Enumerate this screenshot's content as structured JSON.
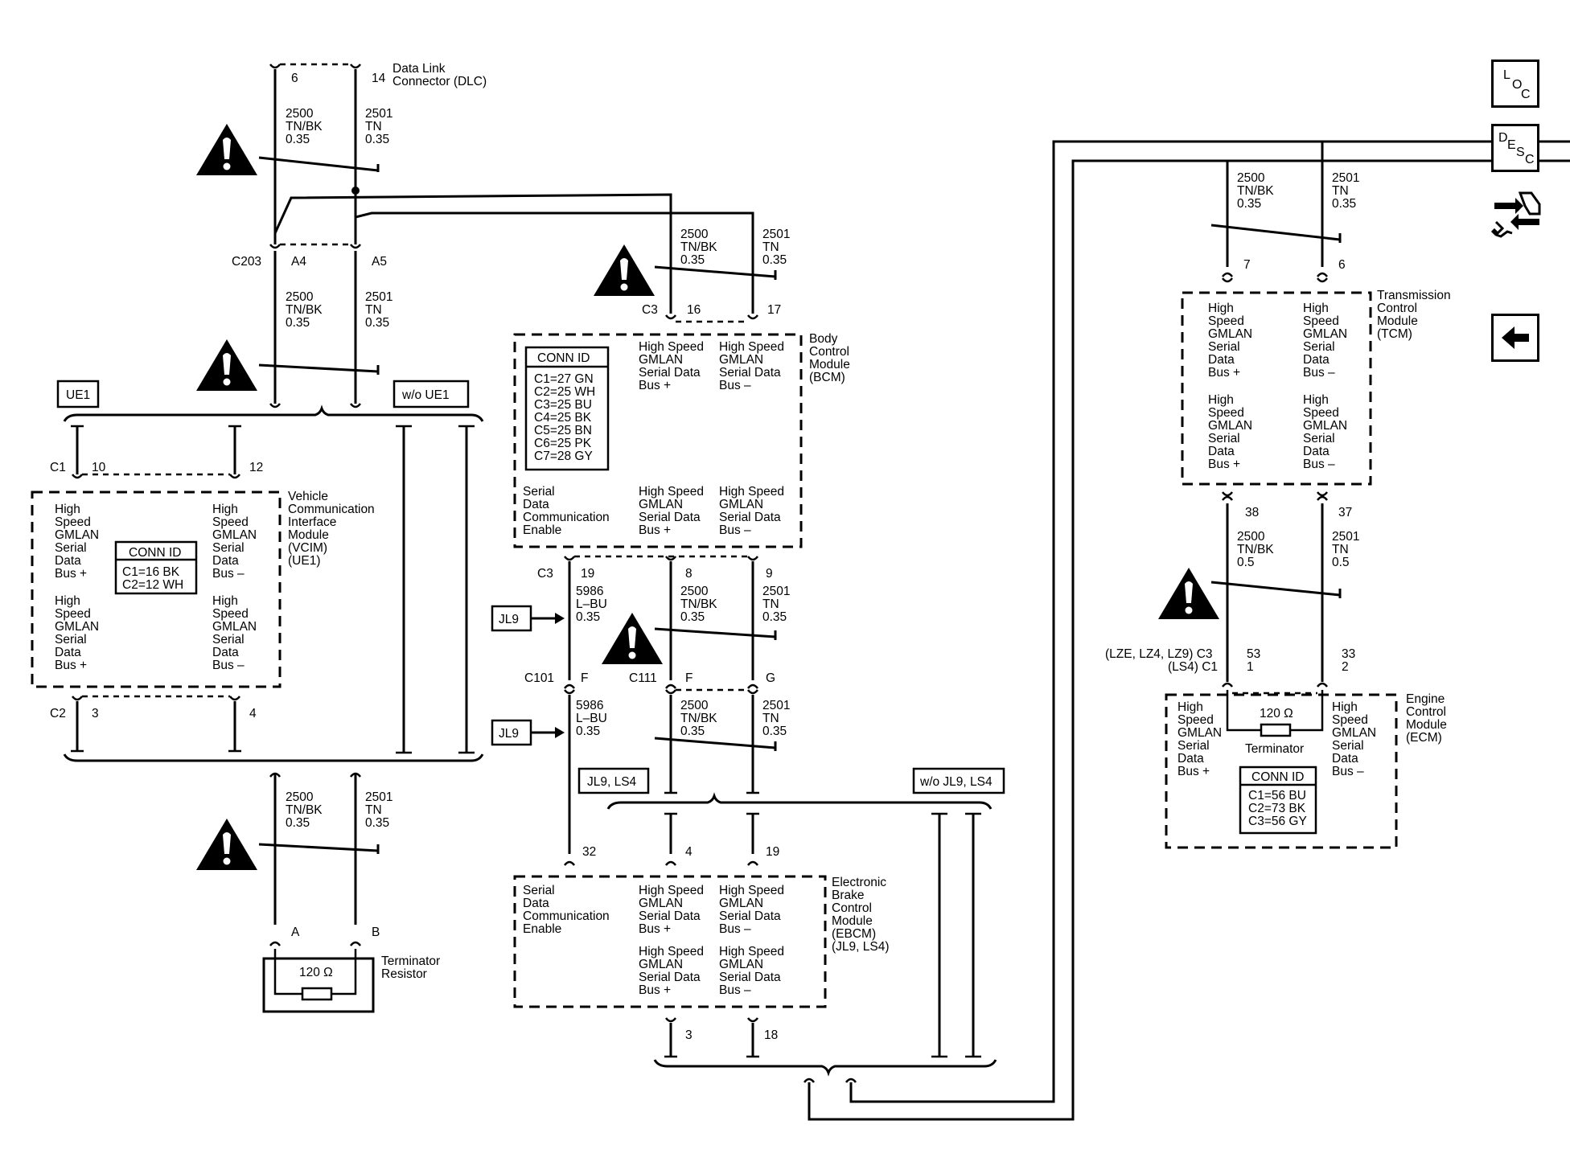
{
  "nav": {
    "loc": [
      "L",
      "O",
      "C"
    ],
    "desc": [
      "D",
      "E",
      "S",
      "C"
    ],
    "back_icon": "arrow-left-icon",
    "tools_icon": "tools-connector-icon"
  },
  "dlc": {
    "label": [
      "Data Link",
      "Connector (DLC)"
    ],
    "pin_a": "6",
    "pin_b": "14"
  },
  "wire_top": {
    "a": [
      "2500",
      "TN/BK",
      "0.35"
    ],
    "b": [
      "2501",
      "TN",
      "0.35"
    ]
  },
  "c203": {
    "name": "C203",
    "pin_a": "A4",
    "pin_b": "A5"
  },
  "wire_c203": {
    "a": [
      "2500",
      "TN/BK",
      "0.35"
    ],
    "b": [
      "2501",
      "TN",
      "0.35"
    ]
  },
  "options": {
    "ue1": "UE1",
    "wo_ue1": "w/o UE1",
    "jl9_ls4": "JL9, LS4",
    "wo_jl9_ls4": "w/o JL9, LS4",
    "jl9_a": "JL9",
    "jl9_b": "JL9"
  },
  "vcim": {
    "name": [
      "Vehicle",
      "Communication",
      "Interface",
      "Module",
      "(VCIM)",
      "(UE1)"
    ],
    "c1": "C1",
    "pin10": "10",
    "pin12": "12",
    "c2": "C2",
    "pin3": "3",
    "pin4": "4",
    "left_top": [
      "High",
      "Speed",
      "GMLAN",
      "Serial",
      "Data",
      "Bus +"
    ],
    "left_bottom": [
      "High",
      "Speed",
      "GMLAN",
      "Serial",
      "Data",
      "Bus +"
    ],
    "right_top": [
      "High",
      "Speed",
      "GMLAN",
      "Serial",
      "Data",
      "Bus –"
    ],
    "right_bottom": [
      "High",
      "Speed",
      "GMLAN",
      "Serial",
      "Data",
      "Bus –"
    ],
    "conn_title": "CONN ID",
    "conn": [
      "C1=16 BK",
      "C2=12 WH"
    ]
  },
  "wire_term": {
    "a": [
      "2500",
      "TN/BK",
      "0.35"
    ],
    "b": [
      "2501",
      "TN",
      "0.35"
    ]
  },
  "terminator": {
    "pin_a": "A",
    "pin_b": "B",
    "value": "120 Ω",
    "label": [
      "Terminator",
      "Resistor"
    ]
  },
  "bcm": {
    "name": [
      "Body",
      "Control",
      "Module",
      "(BCM)"
    ],
    "conn": "C3",
    "pin16": "16",
    "pin17": "17",
    "pin19": "19",
    "pin8": "8",
    "pin9": "9",
    "c3b": "C3",
    "conn_title": "CONN ID",
    "conn_list": [
      "C1=27 GN",
      "C2=25 WH",
      "C3=25 BU",
      "C4=25 BK",
      "C5=25 BN",
      "C6=25 PK",
      "C7=28 GY"
    ],
    "top_plus": [
      "High Speed",
      "GMLAN",
      "Serial Data",
      "Bus +"
    ],
    "top_minus": [
      "High Speed",
      "GMLAN",
      "Serial Data",
      "Bus –"
    ],
    "bot_enable": [
      "Serial",
      "Data",
      "Communication",
      "Enable"
    ],
    "bot_plus": [
      "High Speed",
      "GMLAN",
      "Serial Data",
      "Bus +"
    ],
    "bot_minus": [
      "High Speed",
      "GMLAN",
      "Serial Data",
      "Bus –"
    ]
  },
  "wire_bcm_top": {
    "a": [
      "2500",
      "TN/BK",
      "0.35"
    ],
    "b": [
      "2501",
      "TN",
      "0.35"
    ]
  },
  "wire_bcm_low": {
    "e": [
      "5986",
      "L–BU",
      "0.35"
    ],
    "a": [
      "2500",
      "TN/BK",
      "0.35"
    ],
    "b": [
      "2501",
      "TN",
      "0.35"
    ]
  },
  "c101": {
    "name": "C101",
    "pin": "F"
  },
  "c111": {
    "name": "C111",
    "pin_f": "F",
    "pin_g": "G"
  },
  "wire_c101": {
    "e": [
      "5986",
      "L–BU",
      "0.35"
    ],
    "a": [
      "2500",
      "TN/BK",
      "0.35"
    ],
    "b": [
      "2501",
      "TN",
      "0.35"
    ]
  },
  "ebcm": {
    "name": [
      "Electronic",
      "Brake",
      "Control",
      "Module",
      "(EBCM)",
      "(JL9, LS4)"
    ],
    "pin32": "32",
    "pin4": "4",
    "pin19": "19",
    "pin3": "3",
    "pin18": "18",
    "enable": [
      "Serial",
      "Data",
      "Communication",
      "Enable"
    ],
    "top_plus": [
      "High Speed",
      "GMLAN",
      "Serial Data",
      "Bus +"
    ],
    "top_minus": [
      "High Speed",
      "GMLAN",
      "Serial Data",
      "Bus –"
    ],
    "bot_plus": [
      "High Speed",
      "GMLAN",
      "Serial Data",
      "Bus +"
    ],
    "bot_minus": [
      "High Speed",
      "GMLAN",
      "Serial Data",
      "Bus –"
    ]
  },
  "tcm": {
    "name": [
      "Transmission",
      "Control",
      "Module",
      "(TCM)"
    ],
    "pin7": "7",
    "pin6": "6",
    "pin38": "38",
    "pin37": "37",
    "tl": [
      "High",
      "Speed",
      "GMLAN",
      "Serial",
      "Data",
      "Bus +"
    ],
    "tr": [
      "High",
      "Speed",
      "GMLAN",
      "Serial",
      "Data",
      "Bus –"
    ],
    "bl": [
      "High",
      "Speed",
      "GMLAN",
      "Serial",
      "Data",
      "Bus +"
    ],
    "br": [
      "High",
      "Speed",
      "GMLAN",
      "Serial",
      "Data",
      "Bus –"
    ]
  },
  "wire_tcm_top": {
    "a": [
      "2500",
      "TN/BK",
      "0.35"
    ],
    "b": [
      "2501",
      "TN",
      "0.35"
    ]
  },
  "wire_tcm_bot": {
    "a": [
      "2500",
      "TN/BK",
      "0.5"
    ],
    "b": [
      "2501",
      "TN",
      "0.5"
    ]
  },
  "ecm": {
    "name": [
      "Engine",
      "Control",
      "Module",
      "(ECM)"
    ],
    "conn_lbl_1": "(LZE, LZ4, LZ9) C3",
    "conn_lbl_2": "(LS4) C1",
    "pin53": "53",
    "pin1": "1",
    "pin33": "33",
    "pin2": "2",
    "left": [
      "High",
      "Speed",
      "GMLAN",
      "Serial",
      "Data",
      "Bus +"
    ],
    "right": [
      "High",
      "Speed",
      "GMLAN",
      "Serial",
      "Data",
      "Bus –"
    ],
    "term_value": "120 Ω",
    "term_label": "Terminator",
    "conn_title": "CONN ID",
    "conn": [
      "C1=56 BU",
      "C2=73 BK",
      "C3=56 GY"
    ]
  }
}
